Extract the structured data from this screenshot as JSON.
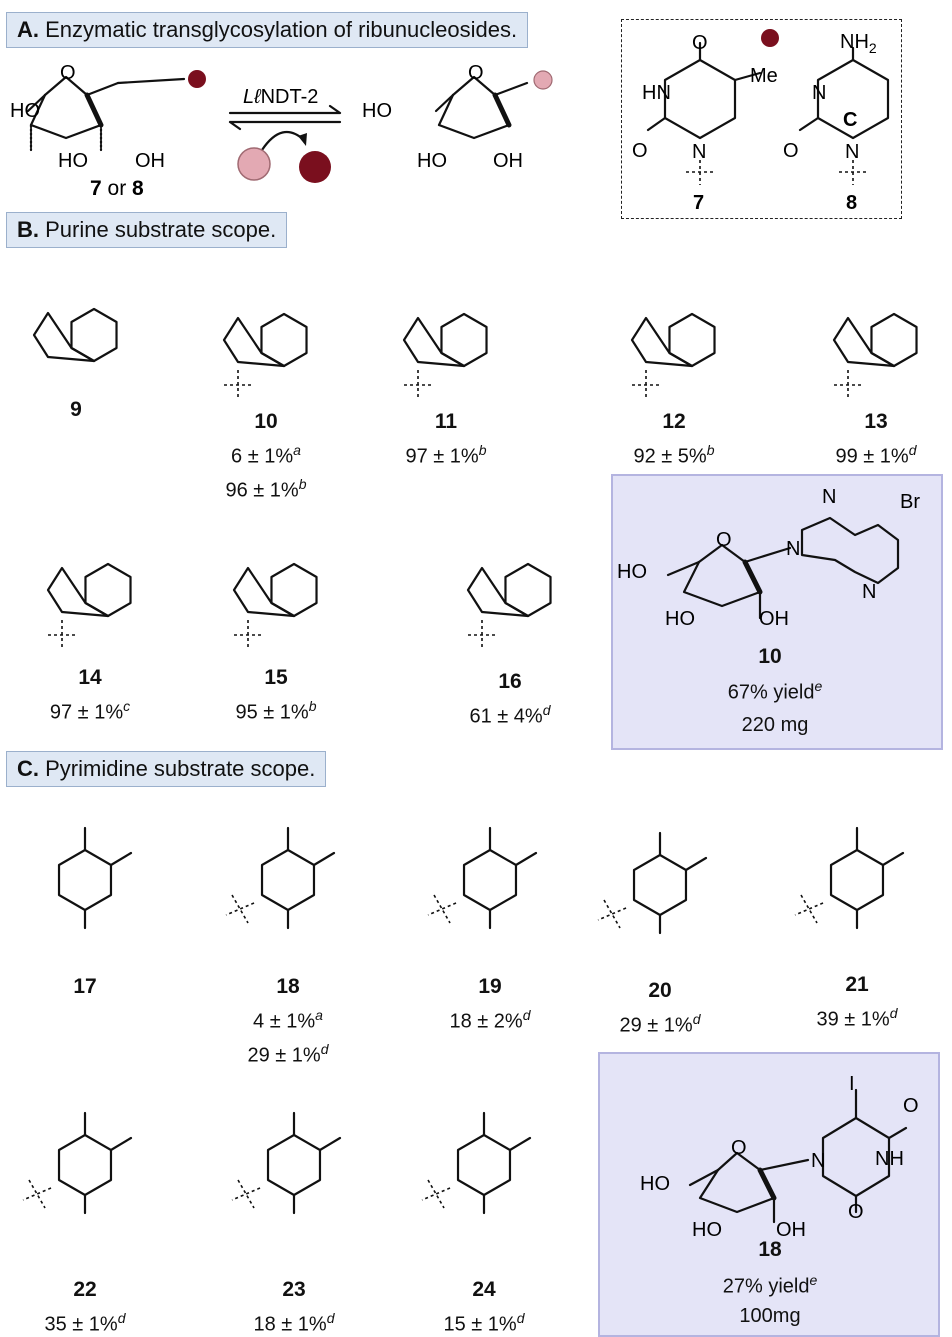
{
  "sections": {
    "a": {
      "letter": "A.",
      "text": " Enzymatic transglycosylation of ribunucleosides."
    },
    "b": {
      "letter": "B.",
      "text": " Purine substrate scope."
    },
    "c": {
      "letter": "C.",
      "text": " Pyrimidine substrate scope."
    }
  },
  "reaction": {
    "enzyme": "Lℓ",
    "enzyme_rest": "NDT-2",
    "start_label_a": "7",
    "start_label_or": " or ",
    "start_label_b": "8",
    "colors": {
      "donor": "#7a0f1e",
      "acceptor": "#e3a9b3",
      "highlight_box": "#e4e4f7",
      "purine": "#e9f7e6",
      "pyrimidine": "#e6e6e6",
      "cytosine": "#f9dccb",
      "imidazopyridine": "#cfe0f5"
    }
  },
  "bases": {
    "b7": "7",
    "b8": "8"
  },
  "purines": [
    {
      "id": "9",
      "lines": []
    },
    {
      "id": "10",
      "lines": [
        "6 ± 1%|a",
        "96 ± 1%|b"
      ]
    },
    {
      "id": "11",
      "lines": [
        "97 ± 1%|b"
      ]
    },
    {
      "id": "12",
      "lines": [
        "92 ± 5%|b"
      ]
    },
    {
      "id": "13",
      "lines": [
        "99 ± 1%|d"
      ]
    },
    {
      "id": "14",
      "lines": [
        "97 ± 1%|c"
      ]
    },
    {
      "id": "15",
      "lines": [
        "95 ± 1%|b"
      ]
    },
    {
      "id": "16",
      "lines": [
        "61 ± 4%|d"
      ]
    }
  ],
  "product10": {
    "id": "10",
    "yield": "67% yield",
    "sup": "e",
    "mass": "220 mg"
  },
  "pyrimidines": [
    {
      "id": "17",
      "lines": []
    },
    {
      "id": "18",
      "lines": [
        "4 ± 1%|a",
        "29 ± 1%|d"
      ]
    },
    {
      "id": "19",
      "lines": [
        "18 ± 2%|d"
      ]
    },
    {
      "id": "20",
      "lines": [
        "29 ± 1%|d"
      ]
    },
    {
      "id": "21",
      "lines": [
        "39 ± 1%|d"
      ]
    },
    {
      "id": "22",
      "lines": [
        "35 ± 1%|d"
      ]
    },
    {
      "id": "23",
      "lines": [
        "18 ± 1%|d"
      ]
    },
    {
      "id": "24",
      "lines": [
        "15 ± 1%|d"
      ]
    }
  ],
  "product18": {
    "id": "18",
    "yield": "27% yield",
    "sup": "e",
    "mass": "100mg"
  }
}
